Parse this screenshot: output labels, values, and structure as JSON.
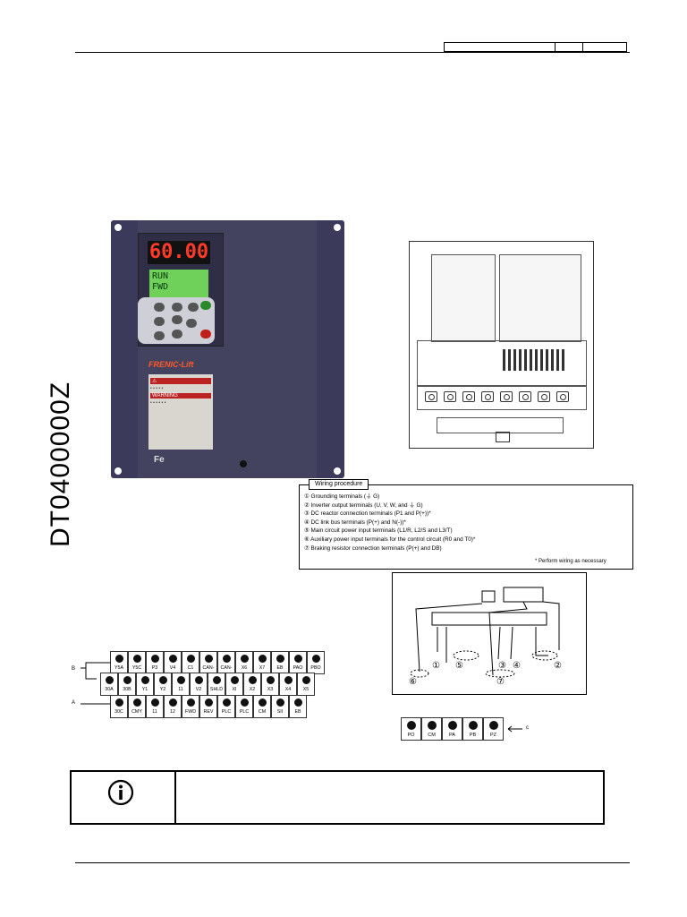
{
  "side_code": "DT0400000Z",
  "inverter": {
    "display_value": "60.00",
    "lcd_line1": "RUN",
    "lcd_line2": "FWD",
    "brand": "FRENIC-Lift",
    "warning": "WARNING"
  },
  "wiring": {
    "title": "Wiring procedure",
    "steps": [
      "Grounding terminals (⏚ G)",
      "Inverter output terminals (U, V, W, and ⏚ G)",
      "DC reactor connection terminals (P1 and P(+))*",
      "DC link bus terminals (P(+) and N(-))*",
      "Main circuit power input terminals (L1/R, L2/S and L3/T)",
      "Auxiliary power input terminals for the control circuit (R0 and T0)*",
      "Braking resistor connection terminals (P(+) and DB)"
    ],
    "step_markers": [
      "①",
      "②",
      "③",
      "④",
      "⑤",
      "⑥",
      "⑦"
    ],
    "note": "* Perform wiring as necessary"
  },
  "schematic": {
    "markers": [
      "⑥",
      "①",
      "⑤",
      "③",
      "④",
      "②",
      "⑦"
    ]
  },
  "terminals": {
    "label_a": "A",
    "label_b": "B",
    "label_c": "c",
    "row1": [
      "Y5A",
      "Y5C",
      "P3",
      "V4",
      "C1",
      "CAN-",
      "CAN-",
      "X6",
      "X7",
      "EB",
      "PAO",
      "PBO"
    ],
    "row2": [
      "30A",
      "30B",
      "Y1",
      "Y2",
      "11",
      "V2",
      "SHLD",
      "XI",
      "X2",
      "X3",
      "X4",
      "X5"
    ],
    "row3": [
      "30C",
      "CMY",
      "11",
      "12",
      "FWD",
      "REV",
      "PLC",
      "PLC",
      "CM",
      "SII",
      "EB"
    ],
    "encoder": [
      "PO",
      "CM",
      "PA",
      "PB",
      "PZ"
    ]
  },
  "info_icon": "info-icon"
}
